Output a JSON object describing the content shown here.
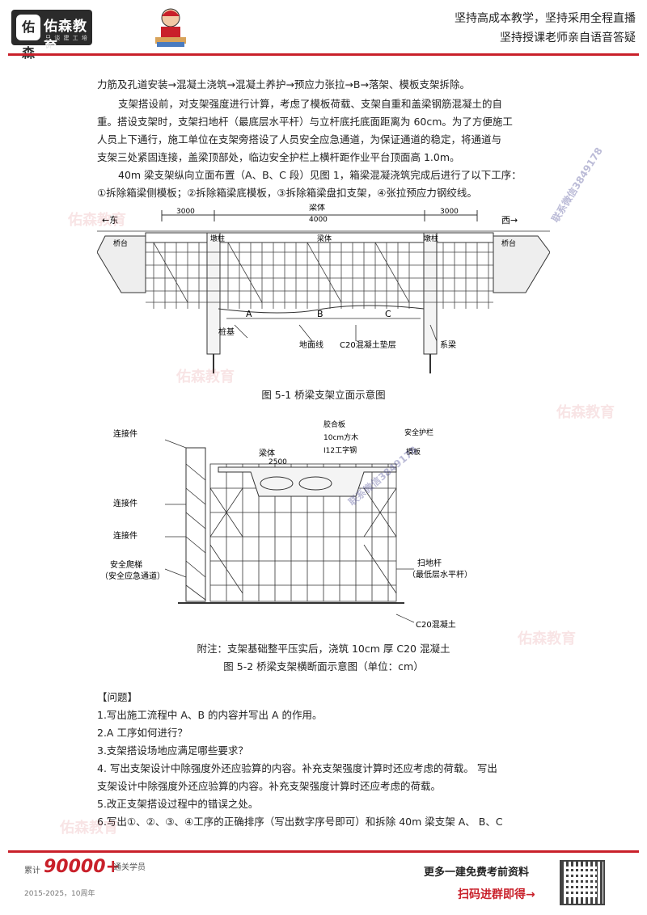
{
  "header": {
    "logo_mark": "佑森",
    "logo_name": "佑森教育",
    "logo_sub": "只 谈 建 工 培 训",
    "slogan_line1": "坚持高成本教学，坚持采用全程直播",
    "slogan_line2": "坚持授课老师亲自语音答疑"
  },
  "body": {
    "line1": "力筋及孔道安装→混凝土浇筑→混凝土养护→预应力张拉→B→落架、模板支架拆除。",
    "para2": [
      "支架搭设前，对支架强度进行计算，考虑了模板荷载、支架自重和盖梁钢筋混凝土的自",
      "重。搭设支架时，支架扫地杆（最底层水平杆）与立杆底托底面距离为 60cm。为了方便施工",
      "人员上下通行，施工单位在支架旁搭设了人员安全应急通道，为保证通道的稳定，将通道与",
      "支架三处紧固连接，盖梁顶部处，临边安全护栏上横杆距作业平台顶面高 1.0m。"
    ],
    "para3": [
      "40m 梁支架纵向立面布置（A、B、C 段）见图 1，箱梁混凝浇筑完成后进行了以下工序：",
      "①拆除箱梁侧模板；②拆除箱梁底模板，③拆除箱梁盘扣支架，④张拉预应力钢绞线。"
    ]
  },
  "figure1": {
    "labels": {
      "east": "←东",
      "west": "西→",
      "beam_top": "梁体",
      "dim_left": "3000",
      "dim_mid": "4000",
      "dim_right": "3000",
      "abutment_left": "桥台",
      "abutment_right": "桥台",
      "pier_left": "墩柱",
      "pier_right": "墩柱",
      "beam_mid": "梁体",
      "seg_a": "A",
      "seg_b": "B",
      "seg_c": "C",
      "pile": "桩基",
      "ground": "地面线",
      "pad": "C20混凝土垫层",
      "tie": "系梁"
    },
    "caption": "图 5-1 桥梁支架立面示意图"
  },
  "figure2": {
    "labels": {
      "conn1": "连接件",
      "conn2": "连接件",
      "conn3": "连接件",
      "ladder1": "安全爬梯",
      "ladder2": "（安全应急通道）",
      "beam": "梁体",
      "width": "2500",
      "plywood": "胶合板",
      "timber": "10cm方木",
      "ibeam": "I12工字钢",
      "rail": "安全护栏",
      "formwork": "模板",
      "sweep1": "扫地杆",
      "sweep2": "（最低层水平杆）",
      "concrete": "C20混凝土"
    },
    "note": "附注：支架基础整平压实后，浇筑 10cm 厚 C20 混凝土",
    "caption": "图 5-2 桥梁支架横断面示意图（单位：cm）"
  },
  "questions": {
    "heading": "【问题】",
    "q1": "1.写出施工流程中 A、B 的内容并写出 A 的作用。",
    "q2": "2.A 工序如何进行？",
    "q3": "3.支架搭设场地应满足哪些要求？",
    "q4a": "4.  写出支架设计中除强度外还应验算的内容。补充支架强度计算时还应考虑的荷载。 写出",
    "q4b": "支架设计中除强度外还应验算的内容。补充支架强度计算时还应考虑的荷载。",
    "q5": "5.改正支架搭设过程中的错误之处。",
    "q6": "6.写出①、②、③、④工序的正确排序（写出数字序号即可）和拆除 40m 梁支架 A、 B、C"
  },
  "watermarks": {
    "brand": "佑森教育",
    "contact": "联系微信3849178"
  },
  "footer": {
    "prefix": "累计",
    "number": "90000+",
    "suffix": "通关学员",
    "years": "2015-2025，10周年",
    "more": "更多一建免费考前资料",
    "scan": "扫码进群即得→"
  },
  "colors": {
    "brand_red": "#c9202a",
    "ink": "#222222"
  }
}
